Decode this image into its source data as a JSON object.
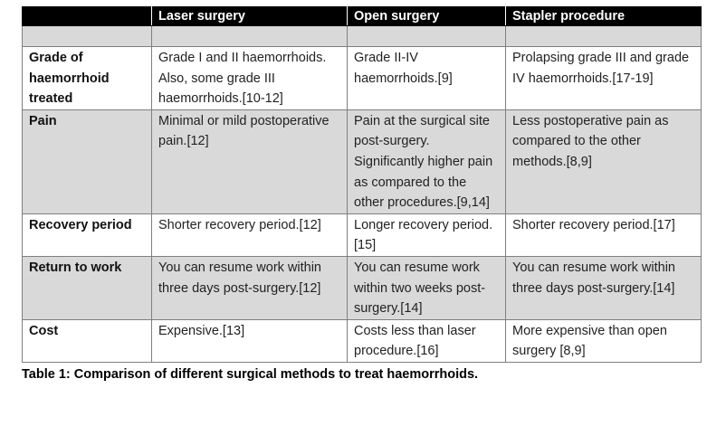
{
  "table": {
    "headers": [
      "",
      "Laser surgery",
      "Open surgery",
      "Stapler procedure"
    ],
    "rows": [
      {
        "label": "Grade of haemorrhoid treated",
        "cells": [
          "Grade I and II haemorrhoids. Also, some grade III haemorrhoids.[10-12]",
          "Grade II-IV haemorrhoids.[9]",
          "Prolapsing grade III and grade IV haemorrhoids.[17-19]"
        ]
      },
      {
        "label": "Pain",
        "cells": [
          "Minimal or mild postoperative pain.[12]",
          "Pain at the surgical site post-surgery. Significantly higher pain as compared to the other procedures.[9,14]",
          "Less postoperative pain as compared to the other methods.[8,9]"
        ]
      },
      {
        "label": "Recovery period",
        "cells": [
          "Shorter recovery period.[12]",
          "Longer recovery period.[15]",
          "Shorter recovery period.[17]"
        ]
      },
      {
        "label": "Return to work",
        "cells": [
          "You can resume work within three days post-surgery.[12]",
          "You can resume work within two weeks post-surgery.[14]",
          "You can resume work within three days post-surgery.[14]"
        ]
      },
      {
        "label": "Cost",
        "cells": [
          "Expensive.[13]",
          "Costs less than laser procedure.[16]",
          "More expensive than open surgery [8,9]"
        ]
      }
    ]
  },
  "caption": "Table 1: Comparison of different surgical methods to treat haemorrhoids."
}
